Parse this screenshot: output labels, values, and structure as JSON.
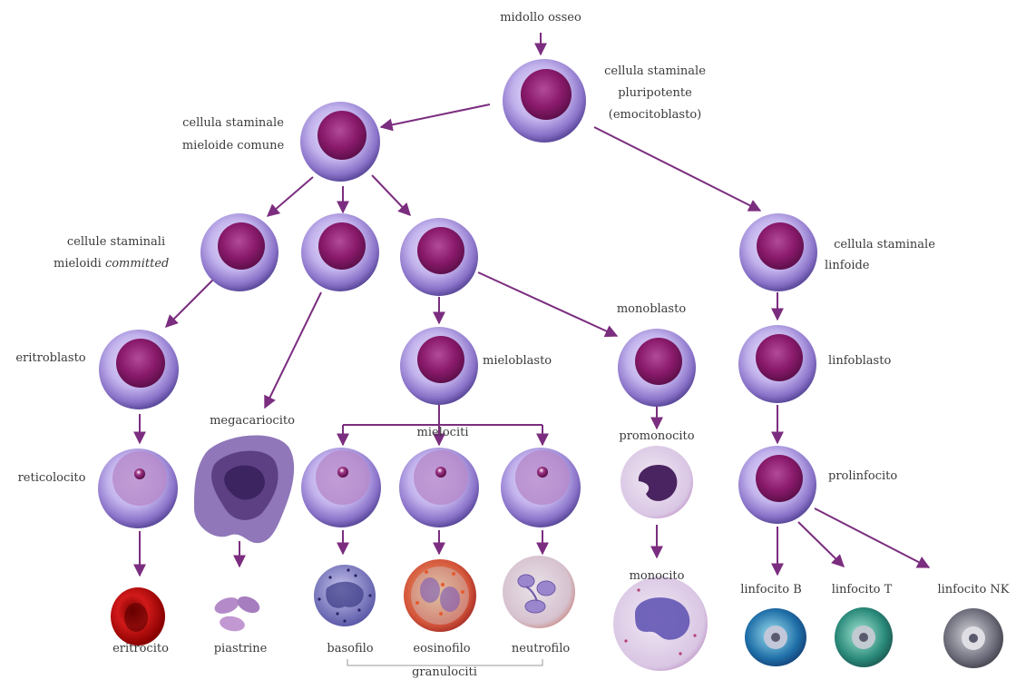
{
  "labels": {
    "midollo": "midollo osseo",
    "pluri_1": "cellula staminale",
    "pluri_2": "pluripotente",
    "pluri_3": "(emocitoblasto)",
    "mieloide_1": "cellula staminale",
    "mieloide_2": "mieloide comune",
    "committed_1": "cellule staminali",
    "committed_2": "mieloidi",
    "committed_3": "committed",
    "linfoide_1": "cellula staminale",
    "linfoide_2": "linfoide",
    "eritroblasto": "eritroblasto",
    "megacariocito": "megacariocito",
    "mieloblasto": "mieloblasto",
    "monoblasto": "monoblasto",
    "linfoblasto": "linfoblasto",
    "mielociti": "mielociti",
    "promonocito": "promonocito",
    "reticolocito": "reticolocito",
    "prolinfocito": "prolinfocito",
    "eritrocito": "eritrocito",
    "piastrine": "piastrine",
    "basofilo": "basofilo",
    "eosinofilo": "eosinofilo",
    "neutrofilo": "neutrofilo",
    "monocito": "monocito",
    "linfocito_b": "linfocito B",
    "linfocito_t": "linfocito T",
    "linfocito_nk": "linfocito NK",
    "granulociti": "granulociti"
  },
  "colors": {
    "arrow": "#7b2d7f",
    "cell_body": "#b9a4e0",
    "nucleus": "#8a1a6b",
    "text": "#3a3a3a"
  }
}
